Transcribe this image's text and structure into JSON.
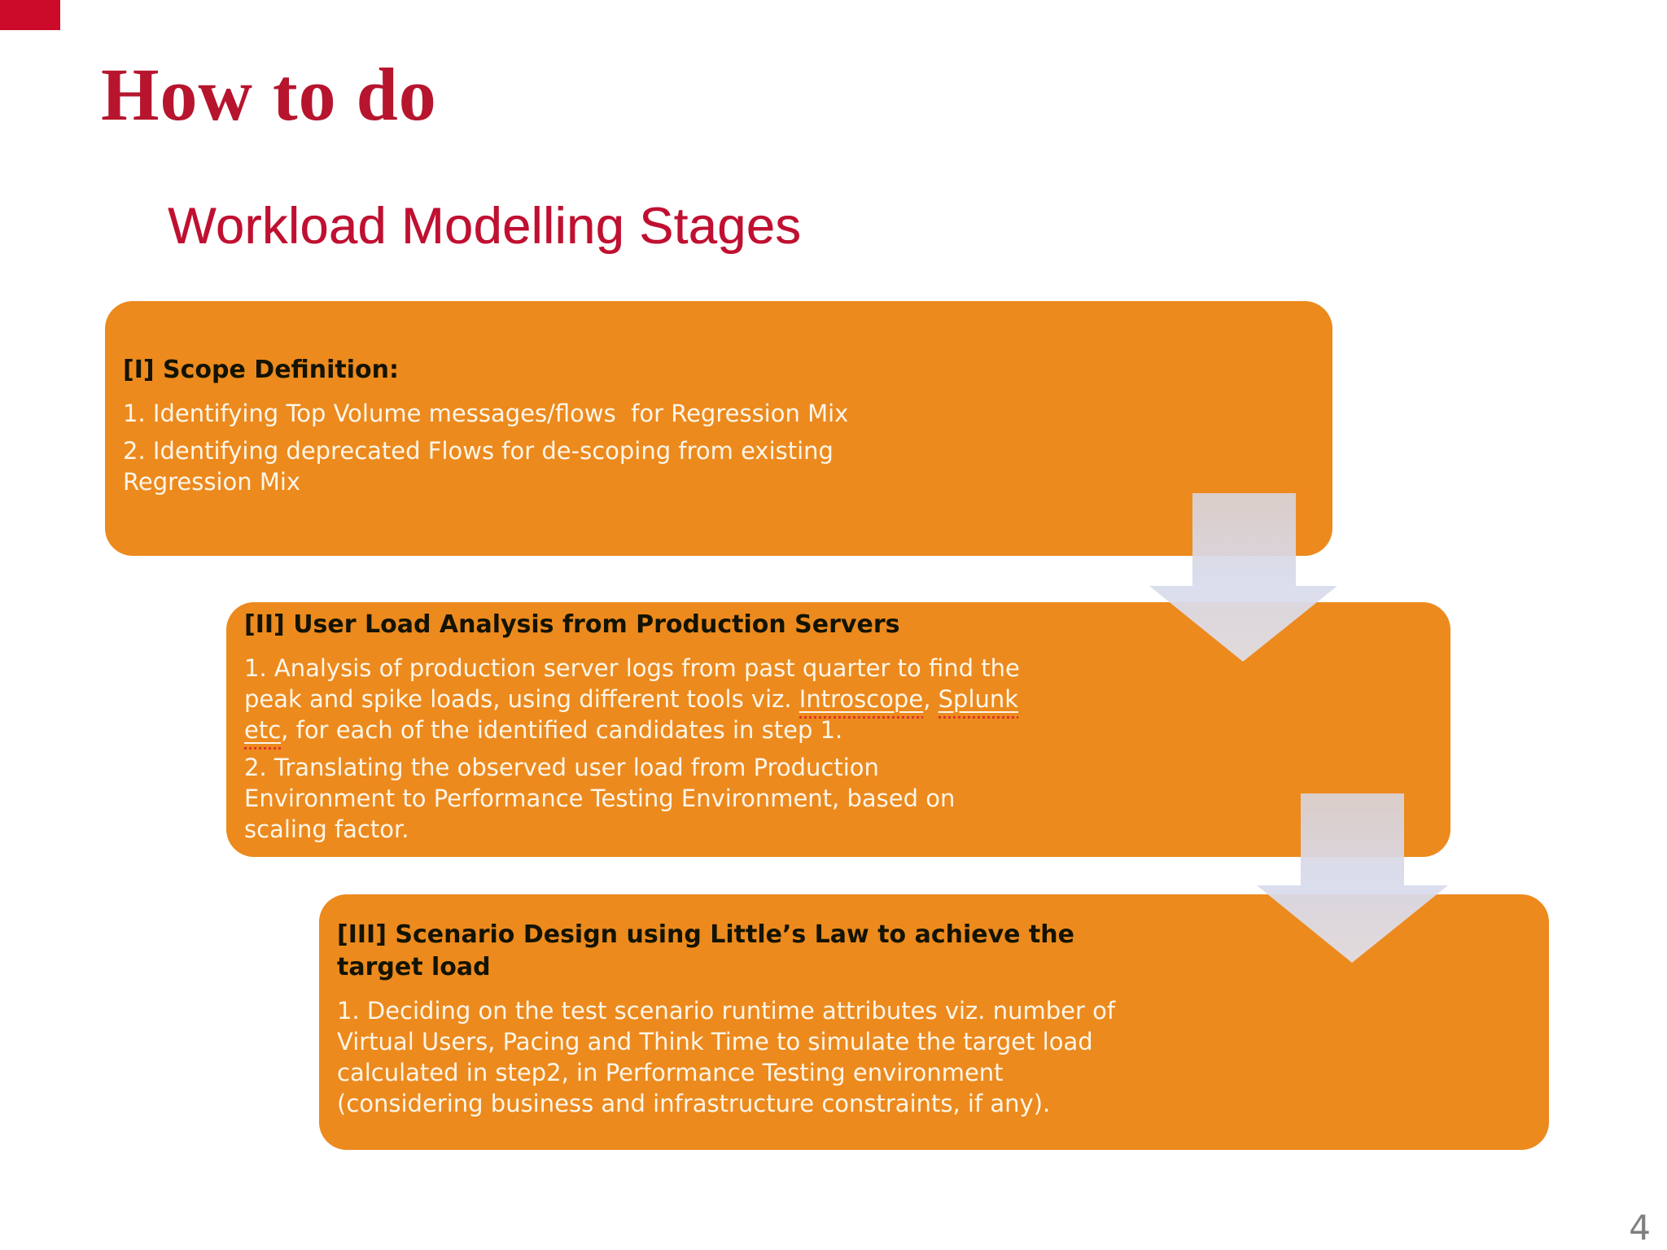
{
  "slide": {
    "title": "How to do",
    "subtitle": "Workload Modelling Stages",
    "page_number": "4"
  },
  "colors": {
    "accent_red": "#CC0A2A",
    "title_red": "#B7152E",
    "subtitle_red": "#C01031",
    "box_orange": "#EC8A1E",
    "heading_black": "#131303",
    "body_cream": "#FEF6E9",
    "arrow_lavender": "#D9DAE8",
    "squiggle_red": "#E0342B",
    "page_gray": "#7F7F7F"
  },
  "boxes": [
    {
      "heading": "[I] Scope Definition:",
      "paragraphs": [
        [
          {
            "text": "1. Identifying Top Volume messages/flows  for Regression Mix"
          }
        ],
        [
          {
            "text": "2. Identifying deprecated Flows for de-scoping from existing\nRegression Mix"
          }
        ]
      ]
    },
    {
      "heading": "[II] User Load Analysis from Production Servers",
      "paragraphs": [
        [
          {
            "text": "1. Analysis of production server logs from past quarter to find the\npeak and spike loads, using different tools viz. "
          },
          {
            "text": "Introscope",
            "underline": true
          },
          {
            "text": ", "
          },
          {
            "text": "Splunk",
            "underline": true
          },
          {
            "text": "\n"
          },
          {
            "text": "etc",
            "underline": true
          },
          {
            "text": ", for each of the identified candidates in step 1."
          }
        ],
        [
          {
            "text": "2. Translating the observed user load from Production\nEnvironment to Performance Testing Environment, based on\nscaling factor."
          }
        ]
      ]
    },
    {
      "heading": "[III] Scenario Design using Little’s Law to achieve the\ntarget load",
      "paragraphs": [
        [
          {
            "text": "1. Deciding on the test scenario runtime attributes viz. number of\nVirtual Users, Pacing and Think Time to simulate the target load\ncalculated in step2, in Performance Testing environment\n(considering business and infrastructure constraints, if any)."
          }
        ]
      ]
    }
  ],
  "arrows": [
    {
      "name": "down-arrow-1"
    },
    {
      "name": "down-arrow-2"
    }
  ]
}
